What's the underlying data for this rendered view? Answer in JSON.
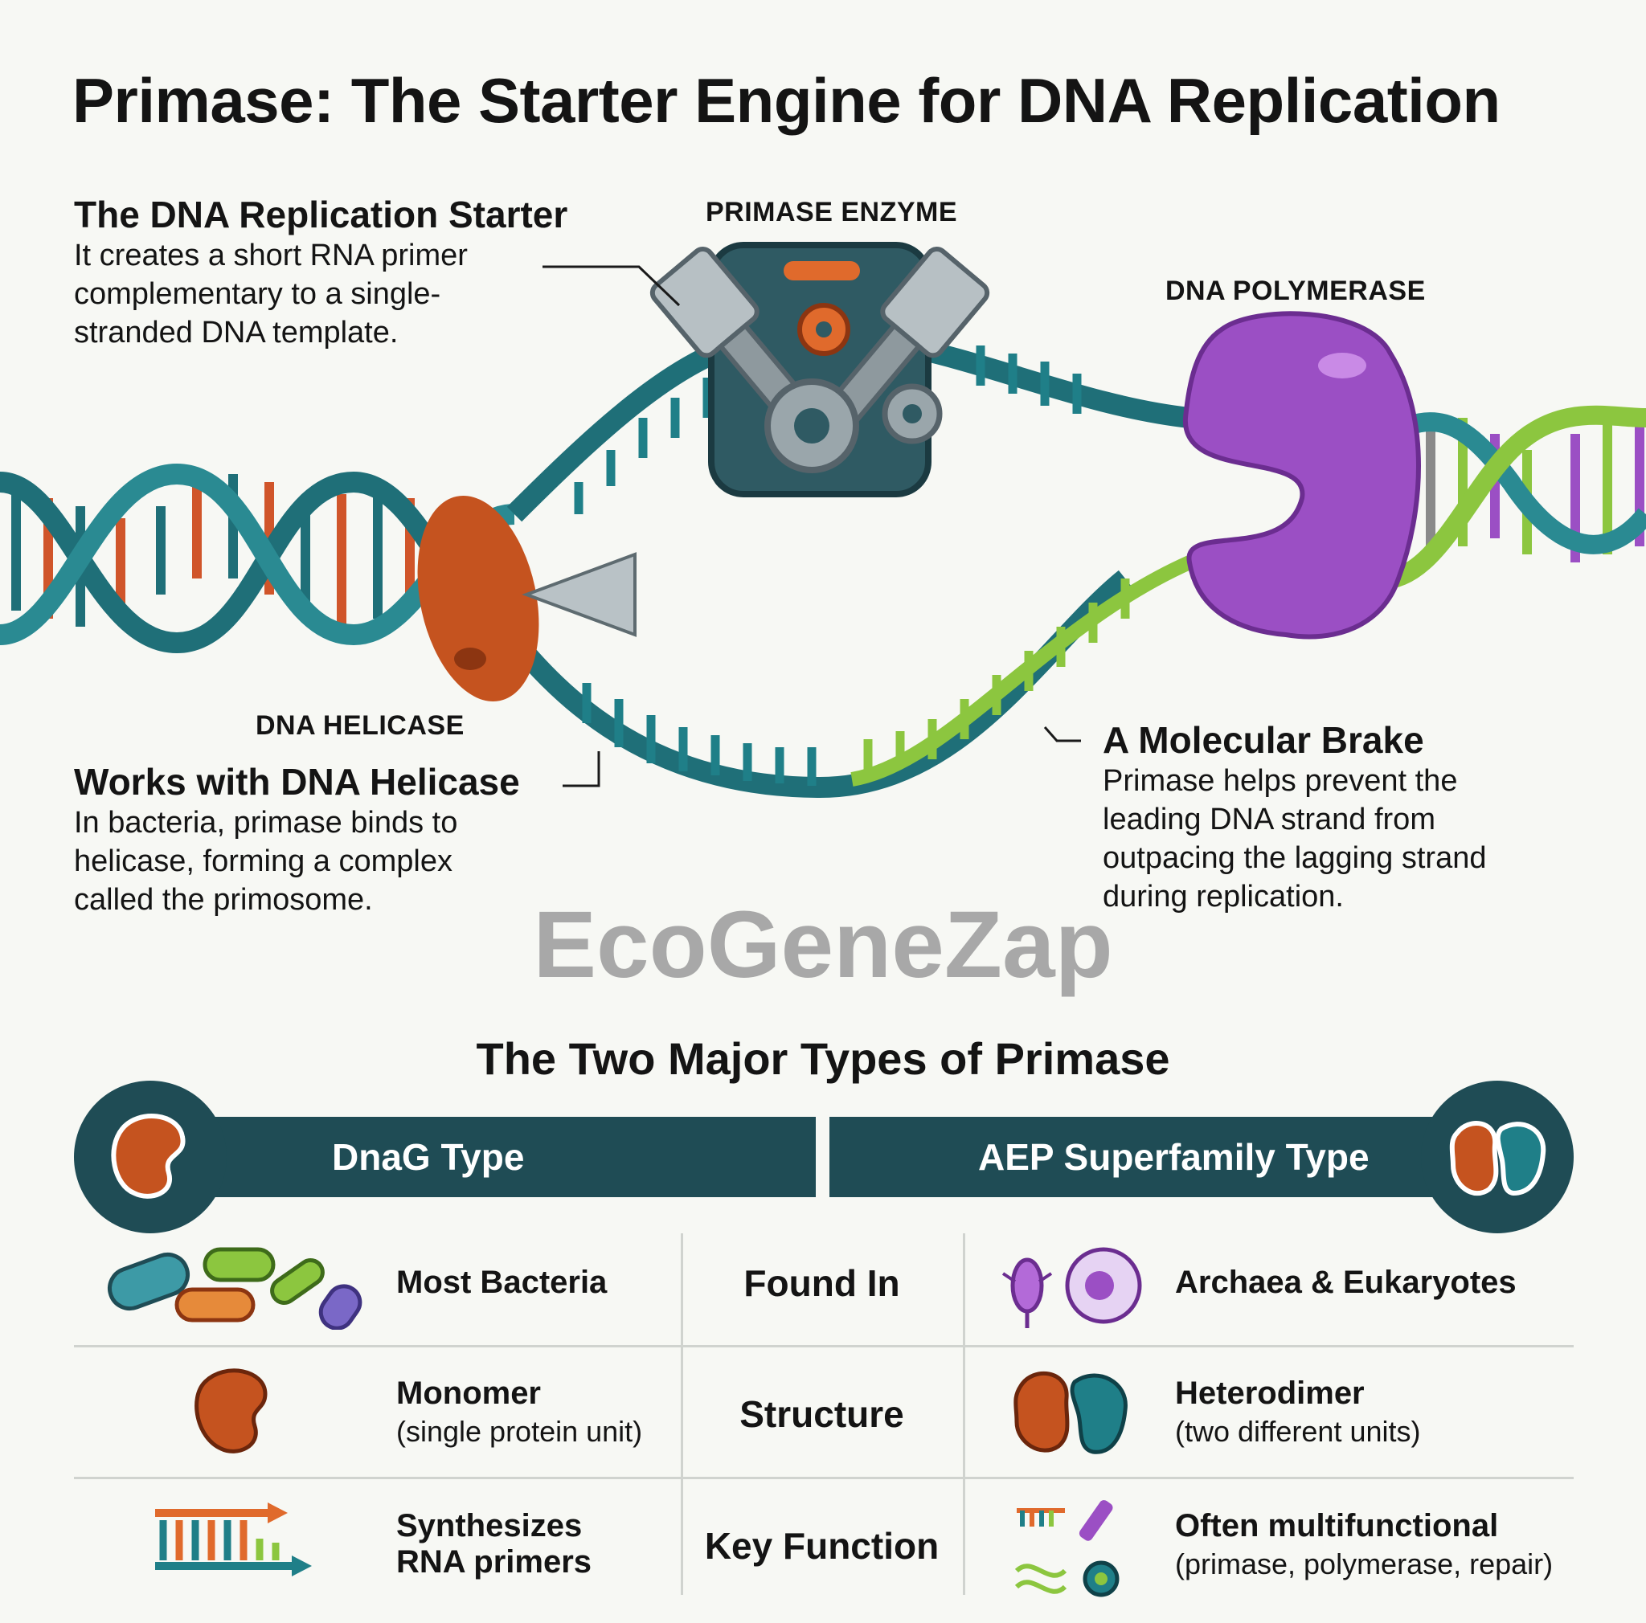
{
  "title": "Primase: The Starter Engine for DNA Replication",
  "labels": {
    "primase_enzyme": "PRIMASE ENZYME",
    "dna_polymerase": "DNA POLYMERASE",
    "dna_helicase": "DNA HELICASE"
  },
  "callouts": {
    "starter": {
      "heading": "The DNA Replication Starter",
      "lines": [
        "It creates a short RNA primer",
        "complementary to a single-",
        "stranded DNA template."
      ]
    },
    "helicase": {
      "heading": "Works with DNA Helicase",
      "lines": [
        "In bacteria, primase binds to",
        "helicase, forming a complex",
        "called the primosome."
      ]
    },
    "brake": {
      "heading": "A Molecular Brake",
      "lines": [
        "Primase helps prevent the",
        "leading DNA strand from",
        "outpacing the lagging strand",
        "during replication."
      ]
    }
  },
  "watermark": "EcoGeneZap",
  "types_section": {
    "title": "The Two Major Types of Primase",
    "left_type": "DnaG Type",
    "right_type": "AEP Superfamily Type",
    "rows": [
      {
        "label": "Found In",
        "left_main": "Most Bacteria",
        "left_sub": "",
        "right_main": "Archaea & Eukaryotes",
        "right_sub": ""
      },
      {
        "label": "Structure",
        "left_main": "Monomer",
        "left_sub": "(single protein unit)",
        "right_main": "Heterodimer",
        "right_sub": "(two different units)"
      },
      {
        "label": "Key Function",
        "left_main_lines": [
          "Synthesizes",
          "RNA primers"
        ],
        "right_main": "Often multifunctional",
        "right_sub": "(primase, polymerase, repair)"
      }
    ]
  },
  "colors": {
    "teal_strand": "#1f6f78",
    "dark_teal": "#1f4c55",
    "green_strand": "#8cc63f",
    "orange_base": "#d0552a",
    "purple_polymerase": "#9b4fc4",
    "helicase_orange": "#c5531f"
  }
}
